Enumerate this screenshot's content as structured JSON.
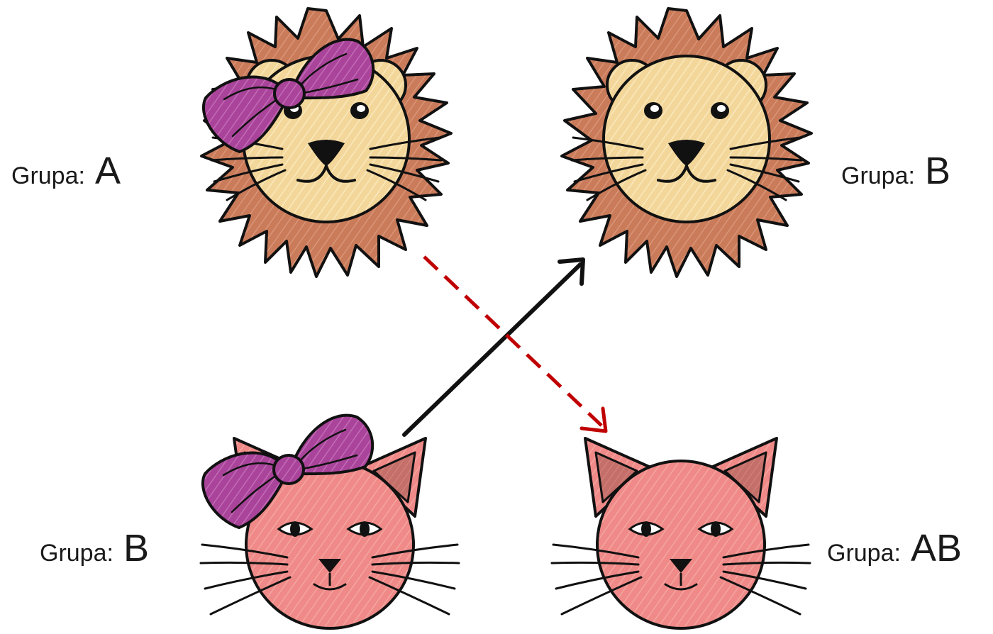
{
  "labels": {
    "lion_girl": {
      "prefix": "Grupa:",
      "group": "A"
    },
    "lion_boy": {
      "prefix": "Grupa:",
      "group": "B"
    },
    "cat_girl": {
      "prefix": "Grupa:",
      "group": "B"
    },
    "cat_boy": {
      "prefix": "Grupa:",
      "group": "AB"
    }
  },
  "colors": {
    "lion_mane": "#c97b5a",
    "lion_face": "#f4dca0",
    "cat_face": "#f0898a",
    "cat_inner_ear": "#c9736e",
    "bow": "#b04fa0",
    "outline": "#111111",
    "arrow_solid": "#111111",
    "arrow_dashed": "#c00000"
  },
  "arrows": [
    {
      "from": "cat-girl",
      "to": "lion-boy",
      "style": "solid"
    },
    {
      "from": "lion-girl",
      "to": "cat-boy",
      "style": "dashed"
    }
  ]
}
